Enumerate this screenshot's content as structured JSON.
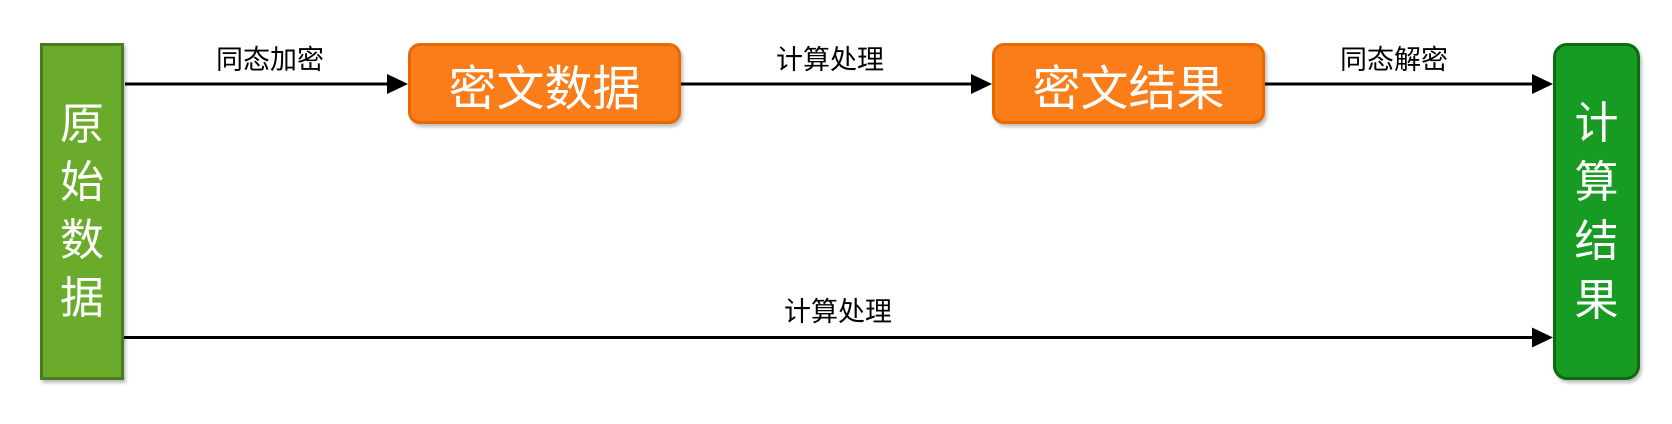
{
  "diagram": {
    "description": "homomorphic-encryption-flow",
    "nodes": {
      "original_data": {
        "label": "原始数据",
        "fill": "#6BAB2C",
        "border": "#4C7A1E",
        "text_color": "#FFFFFF",
        "shape": "rectangle"
      },
      "ciphertext_data": {
        "label": "密文数据",
        "fill": "#FA7D1A",
        "border": "#E66A00",
        "text_color": "#FFFFFF",
        "shape": "rounded-rectangle"
      },
      "ciphertext_result": {
        "label": "密文结果",
        "fill": "#FA7D1A",
        "border": "#E66A00",
        "text_color": "#FFFFFF",
        "shape": "rounded-rectangle"
      },
      "computation_result": {
        "label": "计算结果",
        "fill": "#189B23",
        "border": "#0C6B12",
        "text_color": "#FFFFFF",
        "shape": "rounded-rectangle"
      }
    },
    "edges": [
      {
        "label": "同态加密",
        "from": "original_data",
        "to": "ciphertext_data"
      },
      {
        "label": "计算处理",
        "from": "ciphertext_data",
        "to": "ciphertext_result"
      },
      {
        "label": "同态解密",
        "from": "ciphertext_result",
        "to": "computation_result"
      },
      {
        "label": "计算处理",
        "from": "original_data",
        "to": "computation_result"
      }
    ],
    "colors": {
      "arrow": "#000000",
      "label_text": "#000000",
      "background": "#FFFFFF"
    }
  }
}
